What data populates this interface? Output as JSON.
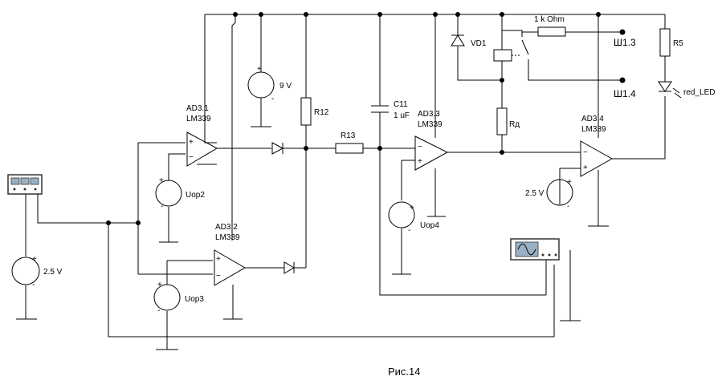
{
  "caption": "Рис.14",
  "colors": {
    "wire": "#000000",
    "background": "#ffffff",
    "instrument_frame": "#333333",
    "instrument_screen": "#9ab0c4"
  },
  "opamps": [
    {
      "ref": "AD3.1",
      "part": "LM339"
    },
    {
      "ref": "AD3.2",
      "part": "LM339"
    },
    {
      "ref": "AD3.3",
      "part": "LM339"
    },
    {
      "ref": "AD3.4",
      "part": "LM339"
    }
  ],
  "sources": {
    "top": "9 V",
    "op2": "Uop2",
    "op3": "Uop3",
    "op4": "Uop4",
    "left": "2.5 V",
    "right": "2.5 V"
  },
  "resistors": {
    "r12": "R12",
    "r13": "R13",
    "rd": "Rд",
    "r5": "R5",
    "r1k": "1 k Ohm"
  },
  "capacitor": {
    "ref": "C11",
    "value": "1 uF"
  },
  "diode": "VD1",
  "led": "red_LED",
  "terminals": {
    "t13": "Ш1.3",
    "t14": "Ш1.4"
  },
  "pin_signs": {
    "plus": "+",
    "minus": "−"
  },
  "icons": [
    "voltmeter-icon",
    "oscilloscope-icon",
    "relay-icon",
    "diode-icon",
    "led-icon",
    "ground-icon"
  ]
}
